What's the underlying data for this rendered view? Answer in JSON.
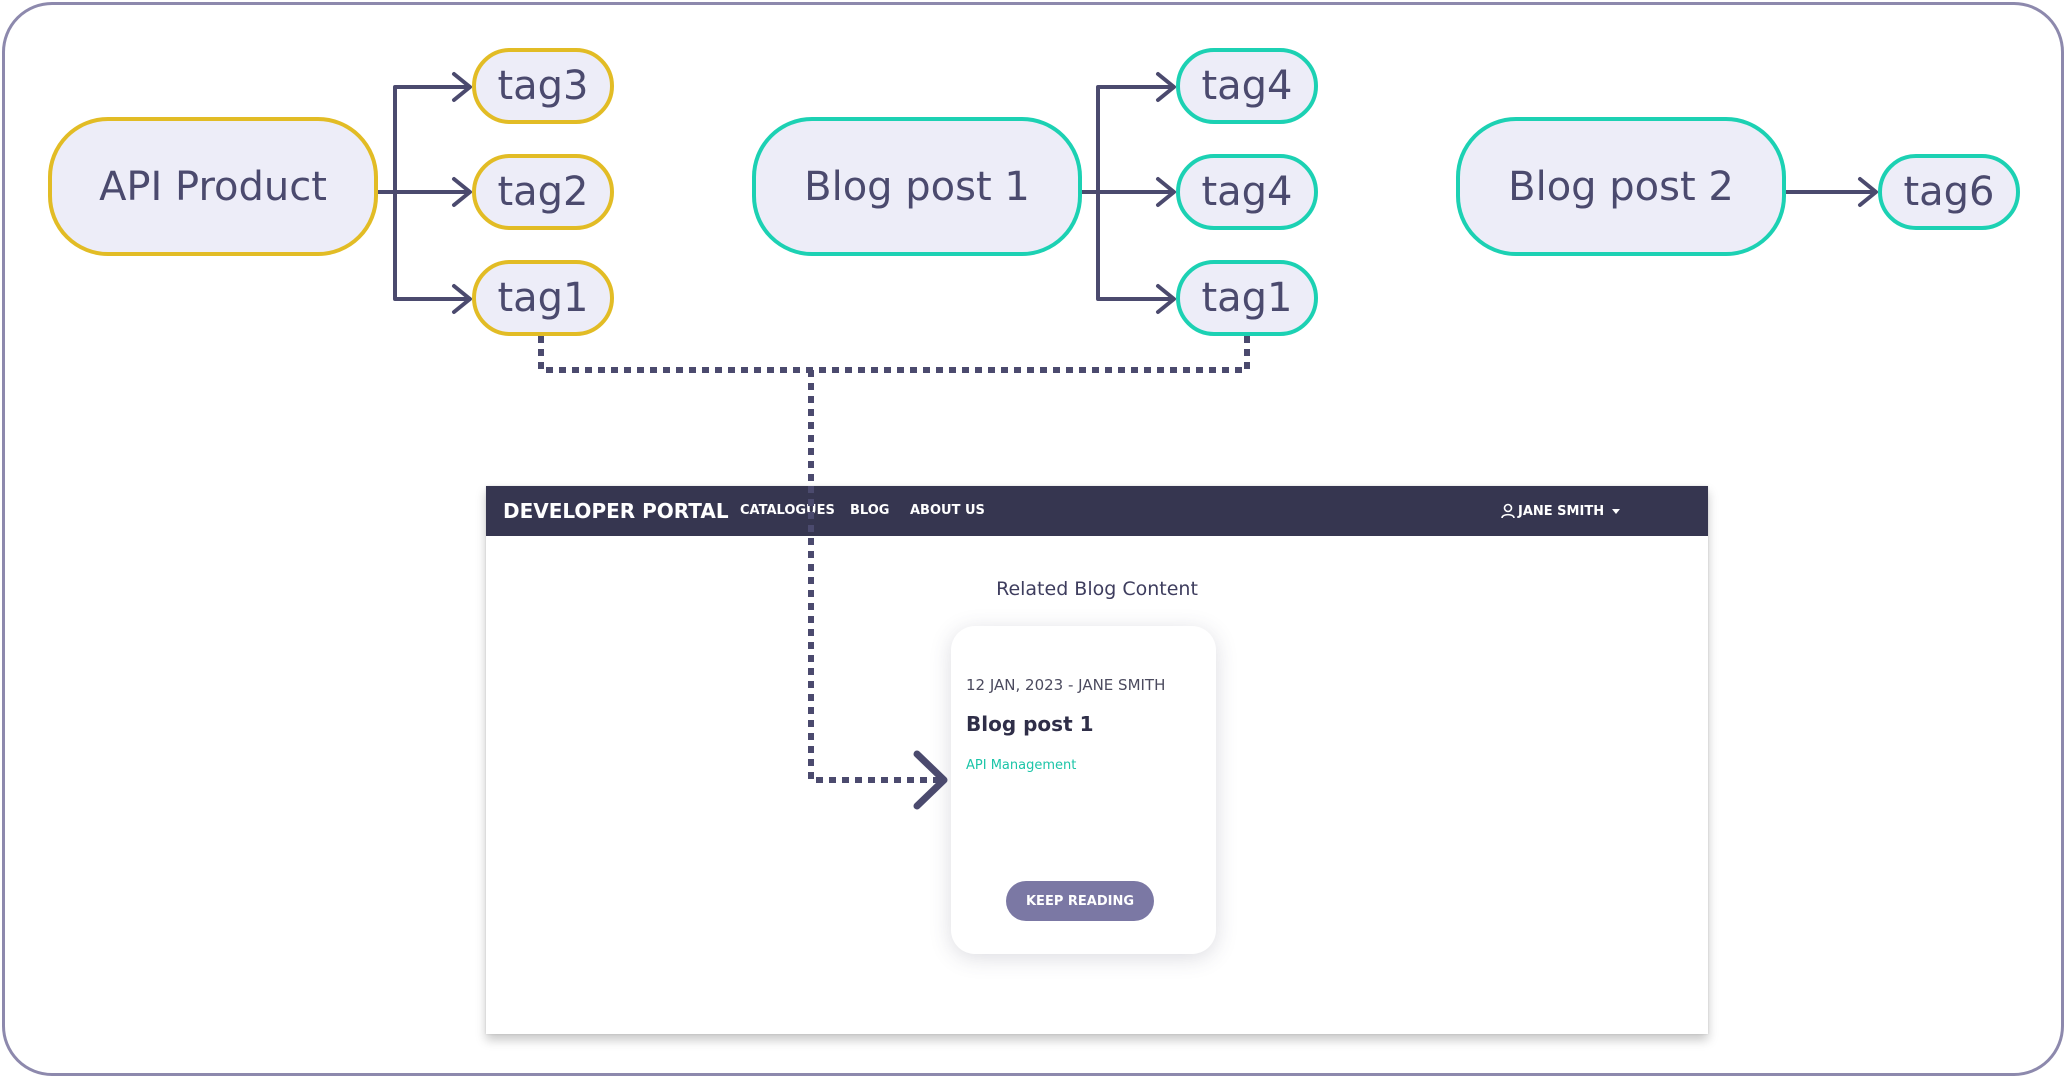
{
  "diagram": {
    "sources": [
      {
        "label": "API Product",
        "color": "#e2bc25",
        "tags": [
          "tag3",
          "tag2",
          "tag1"
        ]
      },
      {
        "label": "Blog post 1",
        "color": "#1cd1b3",
        "tags": [
          "tag4",
          "tag4",
          "tag1"
        ]
      },
      {
        "label": "Blog post 2",
        "color": "#1cd1b3",
        "tags": [
          "tag6"
        ]
      }
    ],
    "line_color": "#4b4a6e"
  },
  "portal": {
    "brand": "DEVELOPER PORTAL",
    "nav": [
      "CATALOGUES",
      "BLOG",
      "ABOUT US"
    ],
    "user": "JANE SMITH",
    "section_title": "Related Blog Content",
    "card": {
      "meta": "12 JAN, 2023 - JANE SMITH",
      "title": "Blog post 1",
      "tag": "API Management",
      "button": "KEEP READING"
    }
  }
}
